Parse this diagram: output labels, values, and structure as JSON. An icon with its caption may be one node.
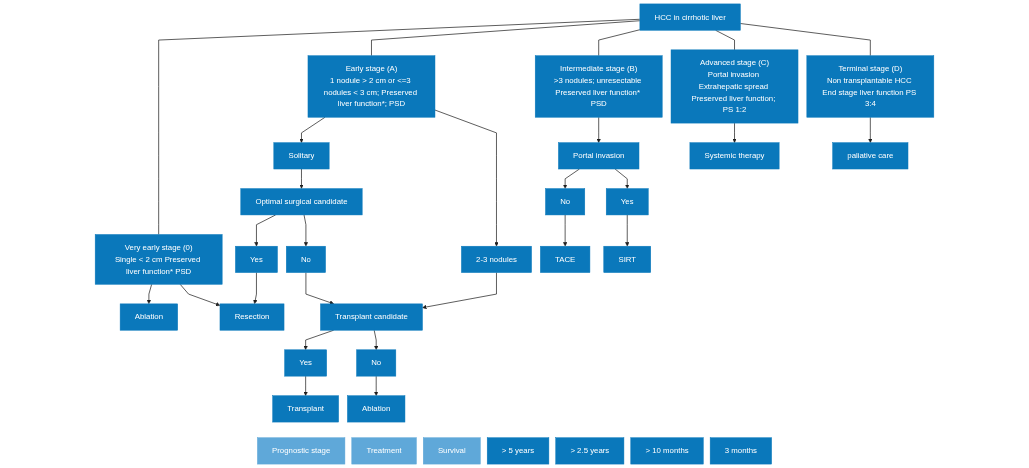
{
  "diagram": {
    "nodes": [
      {
        "text": [
          "HCC in cirrhotic liver"
        ]
      },
      {
        "text": [
          "Prognostic stage"
        ]
      },
      {
        "text": [
          "Very early stage (0)",
          "Single < 2 cm Preserved liver function* PSD"
        ]
      },
      {
        "text": [
          "Early stage (A)",
          "1 nodule > 2 cm or <=3 nodules < 3 cm; Preserved liver function*; PSD"
        ]
      },
      {
        "text": [
          "Intermediate stage (B)",
          ">3 nodules; unresectable Preserved liver function* PSD"
        ]
      },
      {
        "text": [
          "Advanced stage (C)",
          "Portal invasion Extrahepatic spread Preserved liver function; PS 1:2"
        ]
      },
      {
        "text": [
          "Terminal stage (D)",
          "Non transplantable HCC End stage liver function PS 3:4"
        ]
      },
      {
        "text": [
          "Solitary"
        ]
      },
      {
        "text": [
          "2-3 nodules"
        ]
      },
      {
        "text": [
          "Optimal surgical candidate"
        ]
      },
      {
        "text": [
          "Yes"
        ]
      },
      {
        "text": [
          "No"
        ]
      },
      {
        "text": [
          "Transplant candidate"
        ]
      },
      {
        "text": [
          "Yes"
        ]
      },
      {
        "text": [
          "No"
        ]
      },
      {
        "text": [
          "Portal invasion"
        ]
      },
      {
        "text": [
          "No"
        ]
      },
      {
        "text": [
          "Yes"
        ]
      },
      {
        "text": [
          "Treatment"
        ]
      },
      {
        "text": [
          "Ablation"
        ]
      },
      {
        "text": [
          "Resection"
        ]
      },
      {
        "text": [
          "Transplant"
        ]
      },
      {
        "text": [
          "Ablation"
        ]
      },
      {
        "text": [
          "TACE"
        ]
      },
      {
        "text": [
          "SIRT"
        ]
      },
      {
        "text": [
          "Systemic therapy"
        ]
      },
      {
        "text": [
          "paliative care"
        ]
      },
      {
        "text": [
          "Survival"
        ]
      },
      {
        "text": [
          "> 5 years"
        ]
      },
      {
        "text": [
          "> 2.5 years"
        ]
      },
      {
        "text": [
          "> 10 months"
        ]
      },
      {
        "text": [
          "3 months"
        ]
      }
    ],
    "edges": [
      {
        "from": 0,
        "to": 2,
        "arrow": "none"
      },
      {
        "from": 0,
        "to": 3,
        "arrow": "none"
      },
      {
        "from": 0,
        "to": 4,
        "arrow": "none"
      },
      {
        "from": 0,
        "to": 5,
        "arrow": "none"
      },
      {
        "from": 0,
        "to": 6,
        "arrow": "none"
      },
      {
        "from": 2,
        "to": 19,
        "arrow": "to"
      },
      {
        "from": 2,
        "to": 20,
        "arrow": "to"
      },
      {
        "from": 3,
        "to": 7,
        "arrow": "to"
      },
      {
        "from": 3,
        "to": 8,
        "arrow": "to"
      },
      {
        "from": 7,
        "to": 9,
        "arrow": "to"
      },
      {
        "from": 9,
        "to": 10,
        "arrow": "to"
      },
      {
        "from": 9,
        "to": 11,
        "arrow": "to"
      },
      {
        "from": 10,
        "to": 20,
        "arrow": "to"
      },
      {
        "from": 11,
        "to": 12,
        "arrow": "to"
      },
      {
        "from": 8,
        "to": 12,
        "arrow": "to"
      },
      {
        "from": 12,
        "to": 13,
        "arrow": "to"
      },
      {
        "from": 12,
        "to": 14,
        "arrow": "to"
      },
      {
        "from": 13,
        "to": 21,
        "arrow": "to"
      },
      {
        "from": 14,
        "to": 22,
        "arrow": "to"
      },
      {
        "from": 4,
        "to": 15,
        "arrow": "to"
      },
      {
        "from": 15,
        "to": 16,
        "arrow": "to"
      },
      {
        "from": 15,
        "to": 17,
        "arrow": "to"
      },
      {
        "from": 16,
        "to": 23,
        "arrow": "to"
      },
      {
        "from": 17,
        "to": 24,
        "arrow": "to"
      },
      {
        "from": 5,
        "to": 25,
        "arrow": "to"
      },
      {
        "from": 6,
        "to": 26,
        "arrow": "to"
      }
    ]
  }
}
